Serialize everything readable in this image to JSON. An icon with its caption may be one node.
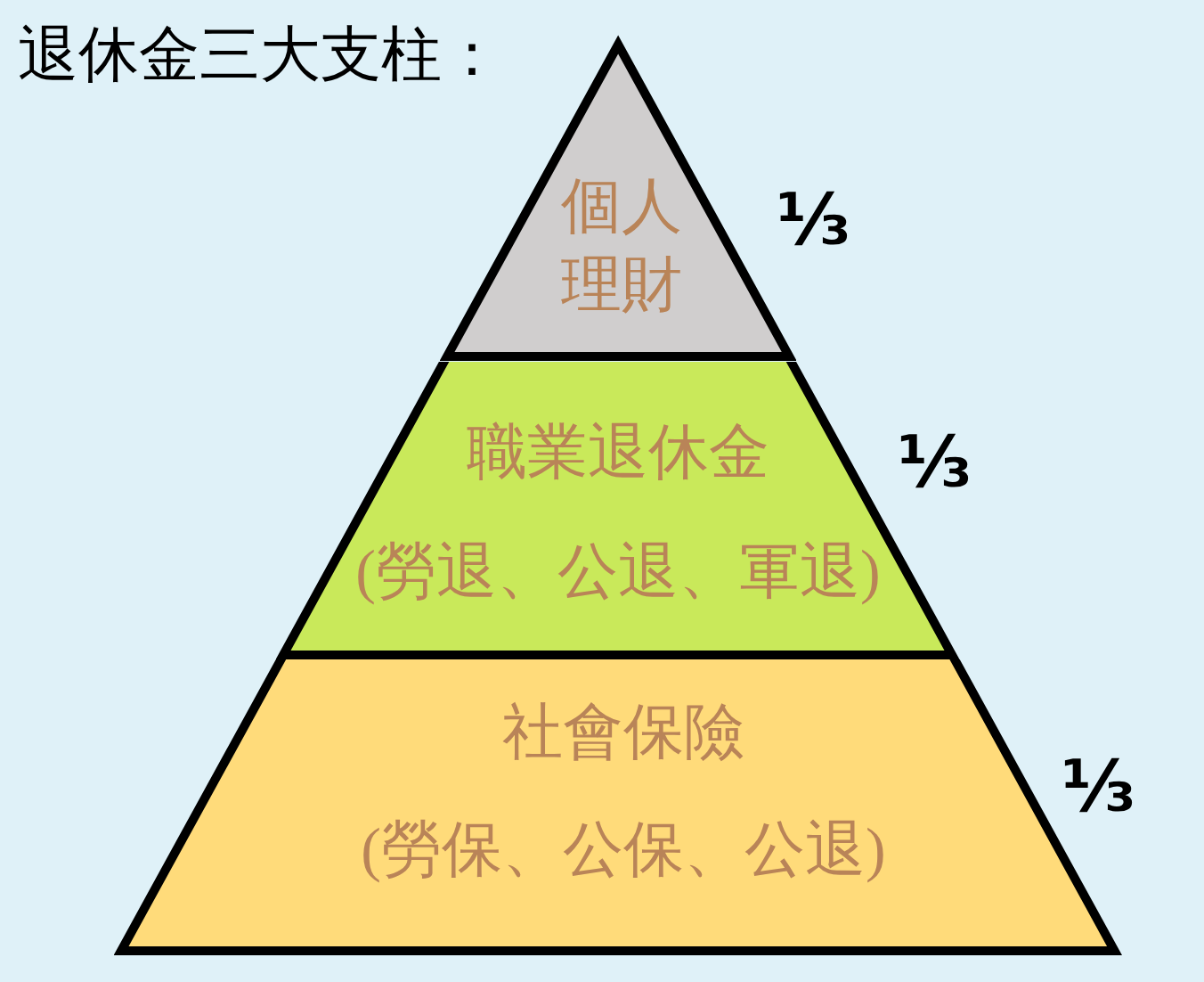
{
  "diagram": {
    "title": "退休金三大支柱：",
    "nodes": [
      {
        "text": [
          "個人理財"
        ],
        "beside": [
          "⅓"
        ]
      },
      {
        "text": [
          "職業退休金",
          "(勞退、公退、軍退)"
        ],
        "beside": [
          "⅓"
        ]
      },
      {
        "text": [
          "社會保險",
          "(勞保、公保、公退)"
        ],
        "beside": [
          "⅓"
        ]
      }
    ]
  }
}
